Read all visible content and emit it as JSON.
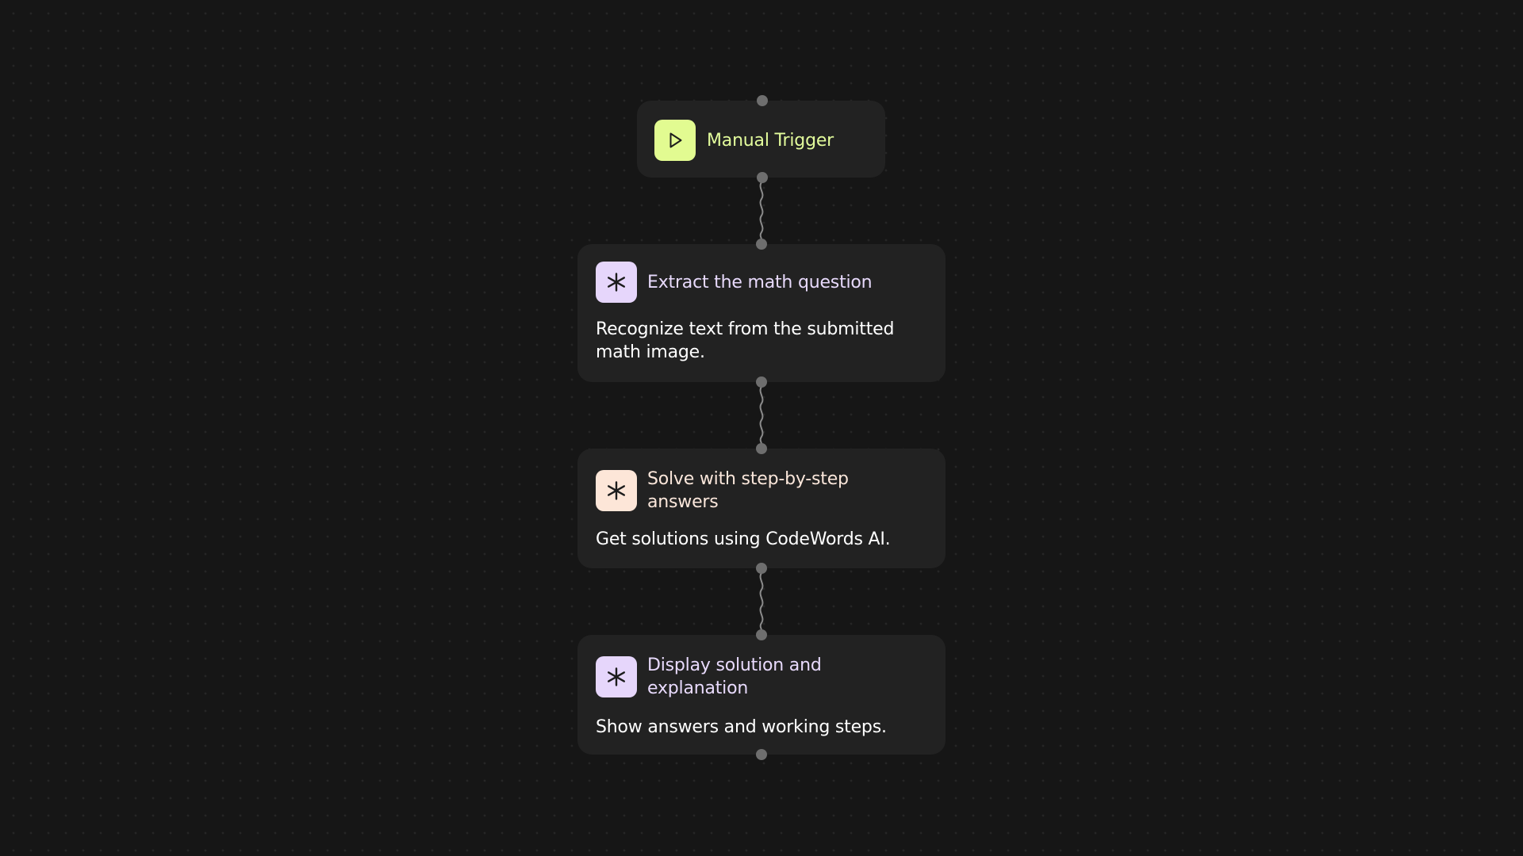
{
  "workflow": {
    "nodes": [
      {
        "id": "manual-trigger",
        "title": "Manual Trigger",
        "description": "",
        "icon": "play-icon",
        "icon_bg": "#e2fb91",
        "title_color": "#e3fc9c"
      },
      {
        "id": "extract",
        "title": "Extract the math question",
        "description": "Recognize text from the submitted math image.",
        "icon": "asterisk-icon",
        "icon_bg": "#e6d6fb",
        "title_color": "#e8dafc"
      },
      {
        "id": "solve",
        "title": "Solve with step-by-step answers",
        "description": "Get solutions using CodeWords AI.",
        "icon": "asterisk-icon",
        "icon_bg": "#fde6d8",
        "title_color": "#fbe7db"
      },
      {
        "id": "display",
        "title": "Display solution and explanation",
        "description": "Show answers and working steps.",
        "icon": "asterisk-icon",
        "icon_bg": "#e6d6fb",
        "title_color": "#e8dafc"
      }
    ],
    "colors": {
      "background": "#161616",
      "node_bg": "#222222",
      "port": "#6e6e6e",
      "connector": "#8a8a8a"
    }
  }
}
